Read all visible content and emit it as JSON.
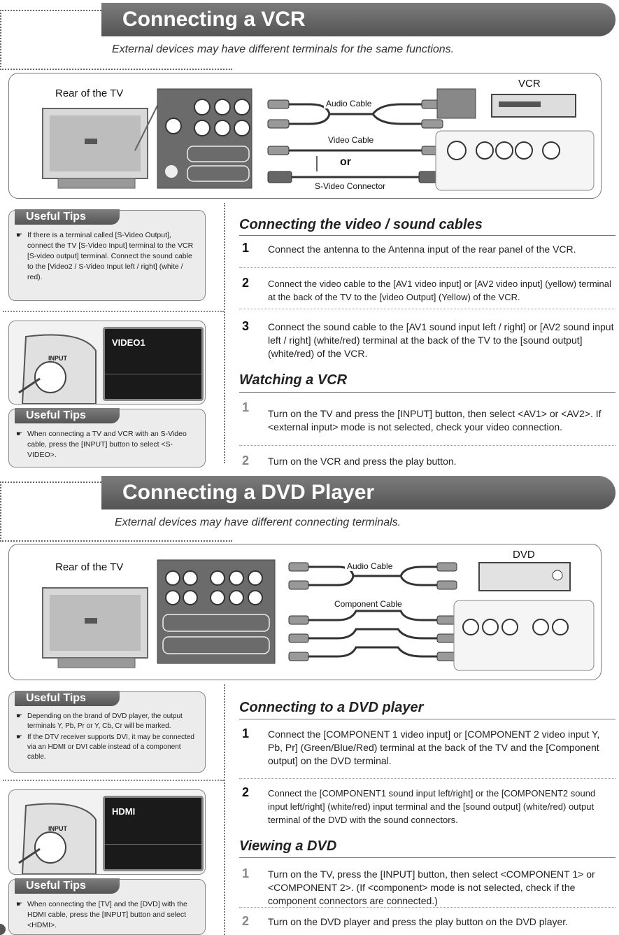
{
  "vcr": {
    "title": "Connecting a VCR",
    "subtitle": "External devices may have different terminals for the same functions.",
    "diagram": {
      "rear_label": "Rear of the TV",
      "device_label": "VCR",
      "audio_cable": "Audio Cable",
      "video_cable": "Video Cable",
      "or": "or",
      "svideo": "S-Video Connector"
    },
    "tips1": {
      "title": "Useful Tips",
      "items": [
        "If there is a terminal called [S-Video Output], connect the TV [S-Video Input] terminal to the VCR [S-video output] terminal. Connect the sound cable to the [Video2 / S-Video Input left / right] (white / red)."
      ]
    },
    "screen": {
      "input_label": "INPUT",
      "osd": "VIDEO1"
    },
    "tips2": {
      "title": "Useful Tips",
      "items": [
        "When connecting a TV and VCR with an S-Video cable, press the [INPUT] button to select <S-VIDEO>."
      ]
    },
    "sec1": {
      "title": "Connecting the video / sound cables",
      "steps": [
        {
          "num": "1",
          "text": "Connect the antenna to the Antenna input of the rear panel of the VCR."
        },
        {
          "num": "2",
          "text": "Connect the video cable to the [AV1 video input] or [AV2 video input] (yellow) terminal at the back of the TV to the [video Output] (Yellow) of the VCR."
        },
        {
          "num": "3",
          "text": "Connect the sound cable to the [AV1 sound input left / right] or [AV2 sound input left / right] (white/red) terminal at the back of the TV to the [sound output] (white/red) of the VCR."
        }
      ]
    },
    "sec2": {
      "title": "Watching a VCR",
      "steps": [
        {
          "num": "1",
          "text": "Turn on the TV and press the [INPUT] button, then select <AV1> or <AV2>. If <external input> mode is not selected, check your video connection."
        },
        {
          "num": "2",
          "text": "Turn on the VCR and press the play button."
        }
      ]
    }
  },
  "dvd": {
    "title": "Connecting a DVD Player",
    "subtitle": "External devices may have different connecting terminals.",
    "diagram": {
      "rear_label": "Rear of the TV",
      "device_label": "DVD",
      "audio_cable": "Audio Cable",
      "component_cable": "Component Cable"
    },
    "tips1": {
      "title": "Useful Tips",
      "items": [
        "Depending on the brand of DVD player, the output terminals Y, Pb, Pr or Y, Cb, Cr will be marked.",
        "If the DTV receiver supports DVI, it may be connected via an HDMI or DVI cable instead of a component cable."
      ]
    },
    "screen": {
      "input_label": "INPUT",
      "osd": "HDMI"
    },
    "tips2": {
      "title": "Useful Tips",
      "items": [
        "When connecting the [TV] and the [DVD] with the HDMI cable, press the [INPUT] button and select <HDMI>."
      ]
    },
    "sec1": {
      "title": "Connecting to a DVD player",
      "steps": [
        {
          "num": "1",
          "text": "Connect the [COMPONENT 1 video input] or [COMPONENT 2 video input Y, Pb, Pr] (Green/Blue/Red) terminal at the back of the TV and the [Component output] on the DVD terminal."
        },
        {
          "num": "2",
          "text": "Connect the [COMPONENT1 sound input left/right] or the [COMPONENT2 sound input left/right] (white/red) input terminal and the [sound output] (white/red) output terminal of the DVD with the sound connectors."
        }
      ]
    },
    "sec2": {
      "title": "Viewing a DVD",
      "steps": [
        {
          "num": "1",
          "text": "Turn on the TV, press the [INPUT] button, then select <COMPONENT 1> or <COMPONENT 2>. (If <component> mode is not selected, check if the component connectors are connected.)"
        },
        {
          "num": "2",
          "text": "Turn on the DVD player and press the play button on the DVD player."
        }
      ]
    }
  }
}
